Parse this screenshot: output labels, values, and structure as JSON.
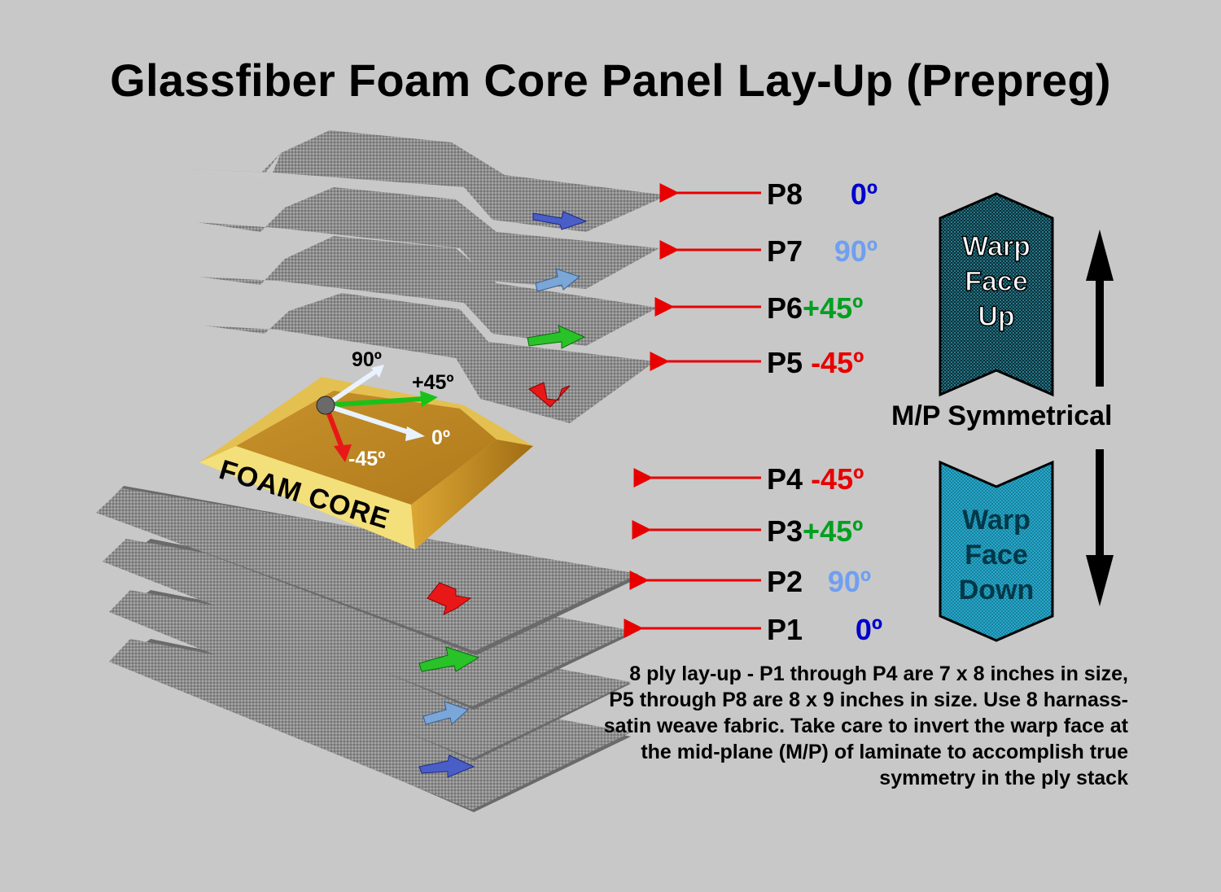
{
  "title": "Glassfiber Foam Core Panel Lay-Up (Prepreg)",
  "plies": [
    {
      "id": "P8",
      "angle": "0º",
      "color": "#0000cc"
    },
    {
      "id": "P7",
      "angle": "90º",
      "color": "#6f9ff0"
    },
    {
      "id": "P6",
      "angle": "+45º",
      "color": "#00a020"
    },
    {
      "id": "P5",
      "angle": "-45º",
      "color": "#e80000"
    },
    {
      "id": "P4",
      "angle": "-45º",
      "color": "#e80000"
    },
    {
      "id": "P3",
      "angle": "+45º",
      "color": "#00a020"
    },
    {
      "id": "P2",
      "angle": "90º",
      "color": "#6f9ff0"
    },
    {
      "id": "P1",
      "angle": "0º",
      "color": "#0000cc"
    }
  ],
  "triad": {
    "a90": "90º",
    "a45p": "+45º",
    "a0": "0º",
    "a45m": "-45º"
  },
  "foam_core_label": "FOAM CORE",
  "warp_up": {
    "line1": "Warp",
    "line2": "Face",
    "line3": "Up",
    "color": "#0d3a45"
  },
  "warp_down": {
    "line1": "Warp",
    "line2": "Face",
    "line3": "Down",
    "color": "#1fa9cf"
  },
  "symmetry_label": "M/P Symmetrical",
  "note": "8 ply lay-up - P1 through P4 are 7 x 8 inches in size, P5 through P8 are 8 x 9 inches in size. Use 8 harnass-satin weave fabric. Take care to invert the warp face at the mid-plane (M/P) of laminate to accomplish true symmetry in the ply stack",
  "colors": {
    "background": "#c8c8c8",
    "ply": "#8a8a8a",
    "foam": "#e0b040",
    "leader": "#e80000"
  }
}
